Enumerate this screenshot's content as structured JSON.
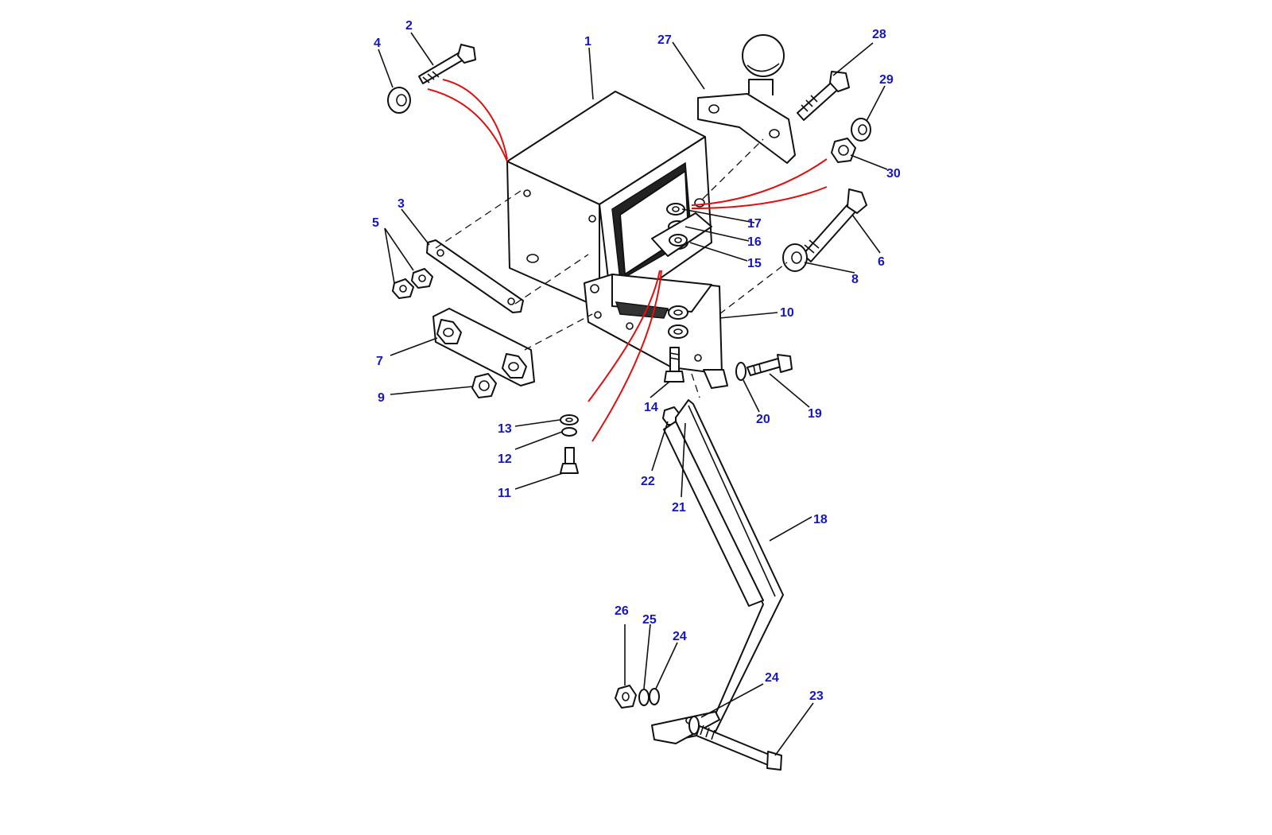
{
  "labels": {
    "p1": "1",
    "p2": "2",
    "p3": "3",
    "p4": "4",
    "p5": "5",
    "p6": "6",
    "p7": "7",
    "p8": "8",
    "p9": "9",
    "p10": "10",
    "p11": "11",
    "p12": "12",
    "p13": "13",
    "p14": "14",
    "p15": "15",
    "p16": "16",
    "p17": "17",
    "p18": "18",
    "p19": "19",
    "p20": "20",
    "p21": "21",
    "p22": "22",
    "p23": "23",
    "p24a": "24",
    "p24b": "24",
    "p25": "25",
    "p26": "26",
    "p27": "27",
    "p28": "28",
    "p29": "29",
    "p30": "30"
  },
  "colors": {
    "label": "#1515c8",
    "highlight": "#e01010",
    "line": "#111111",
    "background": "#ffffff"
  }
}
